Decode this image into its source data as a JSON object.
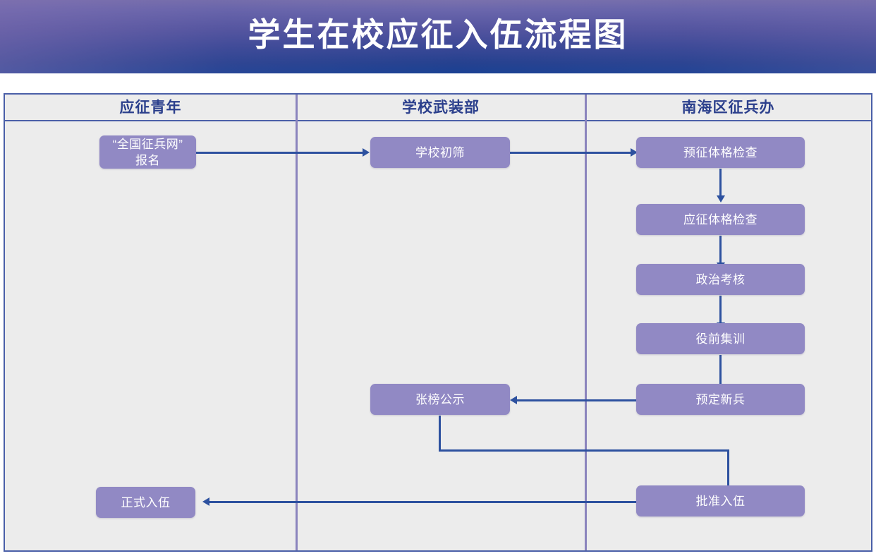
{
  "page": {
    "title": "学生在校应征入伍流程图",
    "banner_gradient_from": "#7a71ad",
    "banner_gradient_to": "#1a4193",
    "lane_background": "#ececec",
    "node_fill": "#9189c4",
    "connector_color": "#2d519f",
    "header_text_color": "#2b3f8c",
    "table_border_color": "#4a5fa8",
    "lane_divider_color": "#8b84bd"
  },
  "lanes": [
    {
      "label": "应征青年"
    },
    {
      "label": "学校武装部"
    },
    {
      "label": "南海区征兵办"
    }
  ],
  "nodes": [
    {
      "id": "register",
      "lane": 0,
      "label": "“全国征兵网”\n报名"
    },
    {
      "id": "school-screen",
      "lane": 1,
      "label": "学校初筛"
    },
    {
      "id": "pre-physical",
      "lane": 2,
      "label": "预征体格检查"
    },
    {
      "id": "physical",
      "lane": 2,
      "label": "应征体格检查"
    },
    {
      "id": "political-check",
      "lane": 2,
      "label": "政治考核"
    },
    {
      "id": "pre-training",
      "lane": 2,
      "label": "役前集训"
    },
    {
      "id": "planned-recruit",
      "lane": 2,
      "label": "预定新兵"
    },
    {
      "id": "public-notice",
      "lane": 1,
      "label": "张榜公示"
    },
    {
      "id": "approved",
      "lane": 2,
      "label": "批准入伍"
    },
    {
      "id": "enlisted",
      "lane": 0,
      "label": "正式入伍"
    }
  ],
  "edges": [
    {
      "from": "register",
      "to": "school-screen",
      "direction": "right"
    },
    {
      "from": "school-screen",
      "to": "pre-physical",
      "direction": "right"
    },
    {
      "from": "pre-physical",
      "to": "physical",
      "direction": "down"
    },
    {
      "from": "physical",
      "to": "political-check",
      "direction": "down"
    },
    {
      "from": "political-check",
      "to": "pre-training",
      "direction": "down"
    },
    {
      "from": "pre-training",
      "to": "planned-recruit",
      "direction": "down"
    },
    {
      "from": "planned-recruit",
      "to": "public-notice",
      "direction": "left"
    },
    {
      "from": "public-notice",
      "to": "approved",
      "direction": "down-right-down"
    },
    {
      "from": "approved",
      "to": "enlisted",
      "direction": "left"
    }
  ]
}
